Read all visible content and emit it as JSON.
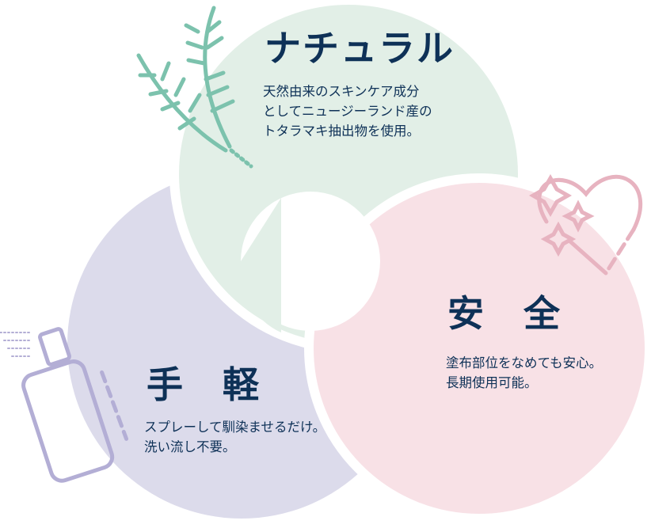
{
  "sections": [
    {
      "title": "ナチュラル",
      "desc": "天然由来のスキンケア成分\nとしてニュージーランド産の\nトタラマキ抽出物を使用。",
      "color": "#e2efe7"
    },
    {
      "title": "安　全",
      "desc": "塗布部位をなめても安心。\n長期使用可能。",
      "color": "#f8e1e6"
    },
    {
      "title": "手　軽",
      "desc": "スプレーして馴染ませるだけ。\n洗い流し不要。",
      "color": "#dcdbeb"
    }
  ],
  "icons": {
    "natural": "leaf-sprig-icon",
    "safe": "heart-sparkle-icon",
    "easy": "spray-bottle-icon"
  }
}
